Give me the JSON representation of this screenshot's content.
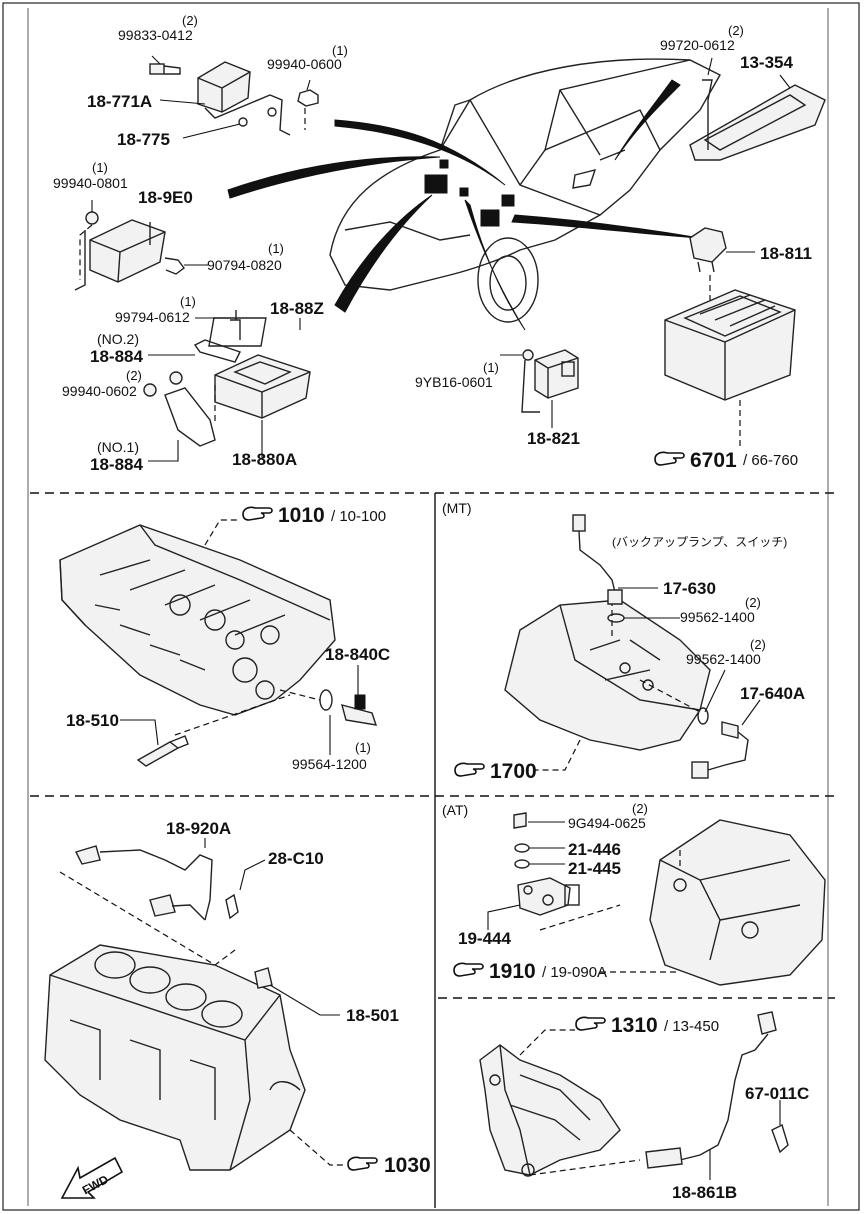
{
  "top": {
    "p99833_qty": "(2)",
    "p99833": "99833-0412",
    "p99940_0600_qty": "(1)",
    "p99940_0600": "99940-0600",
    "p18771A": "18-771A",
    "p18775": "18-775",
    "p99940_0801_qty": "(1)",
    "p99940_0801": "99940-0801",
    "p189E0": "18-9E0",
    "p90794_qty": "(1)",
    "p90794": "90794-0820",
    "p99794_qty": "(1)",
    "p99794": "99794-0612",
    "p1888Z": "18-88Z",
    "no2": "(NO.2)",
    "p18884a": "18-884",
    "p99940_0602_qty": "(2)",
    "p99940_0602": "99940-0602",
    "no1": "(NO.1)",
    "p18884b": "18-884",
    "p18880A": "18-880A",
    "p9YB16_qty": "(1)",
    "p9YB16": "9YB16-0601",
    "p18821": "18-821",
    "p99720_qty": "(2)",
    "p99720": "99720-0612",
    "p13354": "13-354",
    "p18811": "18-811",
    "ref6701": "6701",
    "ref6701_sub": "/ 66-760"
  },
  "engine_head": {
    "ref1010": "1010",
    "ref1010_sub": "/ 10-100",
    "p18840C": "18-840C",
    "p18510": "18-510",
    "p99564": "99564-1200",
    "p99564_qty": "(1)"
  },
  "mt": {
    "title": "(MT)",
    "note": "(バックアップランプ、スイッチ)",
    "p17630": "17-630",
    "p99562a_qty": "(2)",
    "p99562a": "99562-1400",
    "p99562b_qty": "(2)",
    "p99562b": "99562-1400",
    "p17640A": "17-640A",
    "ref1700": "1700"
  },
  "block": {
    "p18920A": "18-920A",
    "p28C10": "28-C10",
    "p18501": "18-501",
    "ref1030": "1030",
    "fwd": "FWD"
  },
  "at": {
    "title": "(AT)",
    "p9G494_qty": "(2)",
    "p9G494": "9G494-0625",
    "p21446": "21-446",
    "p21445": "21-445",
    "p19444": "19-444",
    "ref1910": "1910",
    "ref1910_sub": "/ 19-090A"
  },
  "exhaust": {
    "ref1310": "1310",
    "ref1310_sub": "/ 13-450",
    "p67011C": "67-011C",
    "p18861B": "18-861B"
  }
}
